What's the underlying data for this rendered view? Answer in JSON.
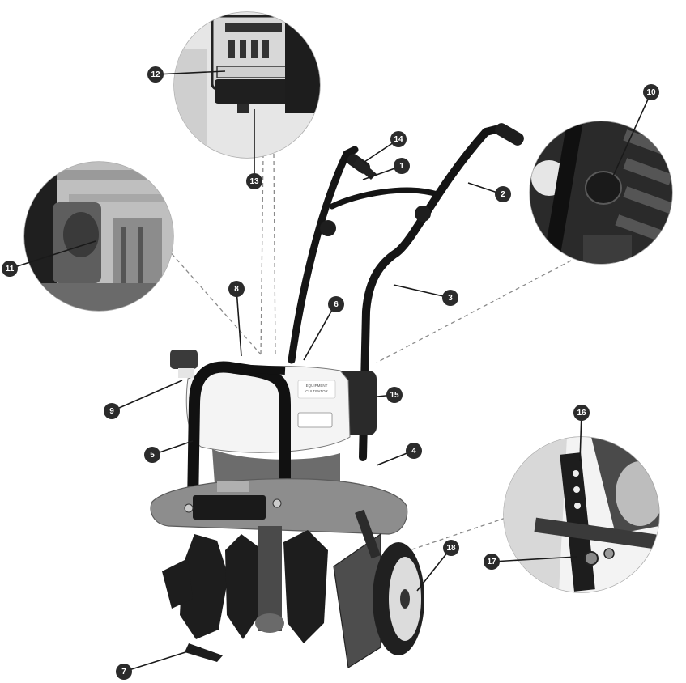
{
  "diagram": {
    "subject": "mini cultivator / tiller with numbered part callouts",
    "colors": {
      "callout_fill": "#2b2b2b",
      "callout_text": "#ffffff",
      "frame": "#151515",
      "tank": "#f4f4f4",
      "shield": "#8d8d8d",
      "tine": "#1d1d1d",
      "detail_bg": "#bdbdbd",
      "leader": "#1a1a1a",
      "dash": "#8a8a8a"
    },
    "labels": {
      "decal_line_1": "EQUIPMENT",
      "decal_line_2": "CULTIVATOR"
    },
    "callouts": [
      {
        "id": "1",
        "text": "1"
      },
      {
        "id": "2",
        "text": "2"
      },
      {
        "id": "3",
        "text": "3"
      },
      {
        "id": "4",
        "text": "4"
      },
      {
        "id": "5",
        "text": "5"
      },
      {
        "id": "6",
        "text": "6"
      },
      {
        "id": "7",
        "text": "7"
      },
      {
        "id": "8",
        "text": "8"
      },
      {
        "id": "9",
        "text": "9"
      },
      {
        "id": "10",
        "text": "10"
      },
      {
        "id": "11",
        "text": "11"
      },
      {
        "id": "12",
        "text": "12"
      },
      {
        "id": "13",
        "text": "13"
      },
      {
        "id": "14",
        "text": "14"
      },
      {
        "id": "15",
        "text": "15"
      },
      {
        "id": "16",
        "text": "16"
      },
      {
        "id": "17",
        "text": "17"
      },
      {
        "id": "18",
        "text": "18"
      }
    ]
  }
}
